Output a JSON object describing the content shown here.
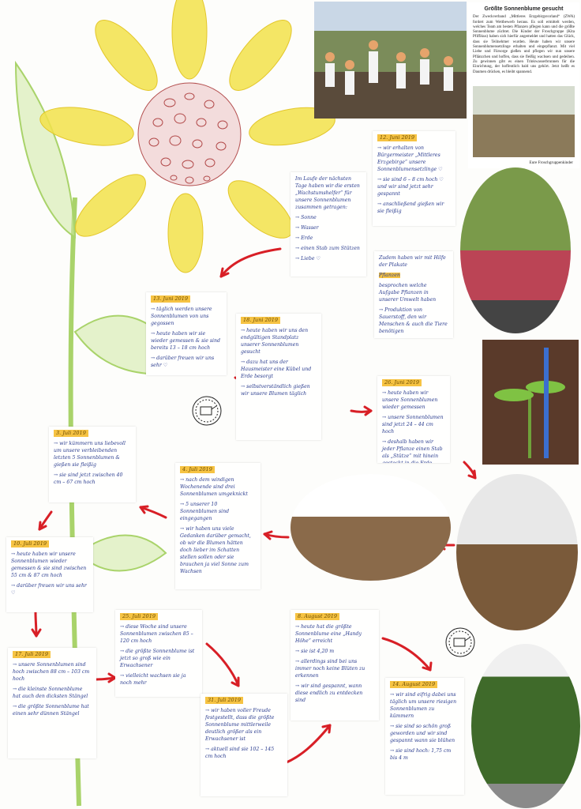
{
  "newspaper": {
    "headline": "Größte Sonnenblume gesucht",
    "body": "Der Zweckverband „Mittleres Erzgebirgsvorland“ (ZWA) fordert zum Wettbewerb heraus. Es soll ermittelt werden, welches Team am besten Pflanzen pflegen kann und die größte Sonnenblume züchtet. Die Kinder der Froschgruppe (Kita Pfiffikus) haben sich hierfür angemeldet und hatten das Glück, dass sie Teilnehmer wurden. Heute haben wir unsere Sonnenblumensetzlinge erhalten und eingepflanzt. Mit viel Liebe und Fürsorge gießen und pflegen wir nun unsere Pflänzchen und hoffen, dass sie fleißig wachsen und gedeihen. Zu gewinnen gibt es einen Trinkwasserbrunnen für die Einrichtung, der hoffentlich bald uns gehört. Jetzt heißt es Daumen drücken, es bleibt spannend.",
    "caption": "Eure Froschgruppenkinder"
  },
  "notes": {
    "intro": {
      "lines": [
        "Im Laufe der nächsten Tage haben wir die ersten „Wachstumshelfer“ für unsere Sonnenblumen zusammen getragen:",
        "→ Sonne",
        "→ Wasser",
        "→ Erde",
        "→ einen Stab zum Stützen",
        "→ Liebe ♡"
      ]
    },
    "n1": {
      "date": "12. Juni 2019",
      "lines": [
        "→ wir erhalten von Bürgermeister „Mittleres Erzgebirge“ unsere Sonnenblumensetzlinge ♡",
        "→ sie sind 6 – 8 cm hoch ♡ und wir sind jetzt sehr gespannt",
        "→ anschließend gießen wir sie fleißig"
      ]
    },
    "n2": {
      "lines": [
        "Zudem haben wir mit Hilfe der Plakate",
        "Pflanzen",
        "besprochen welche Aufgabe Pflanzen in unserer Umwelt haben",
        "→ Produktion von Sauerstoff, den wir Menschen & auch die Tiere benötigen"
      ]
    },
    "n3": {
      "date": "13. Juni 2019",
      "lines": [
        "→ täglich werden unsere Sonnenblumen von uns gegossen",
        "→ heute haben wir sie wieder gemessen & sie sind bereits 13 – 18 cm hoch",
        "→ darüber freuen wir uns sehr ♡"
      ]
    },
    "n4": {
      "date": "18. Juni 2019",
      "lines": [
        "→ heute haben wir uns den endgültigen Standplatz unserer Sonnenblumen gesucht",
        "→ dazu hat uns der Hausmeister eine Kübel und Erde besorgt",
        "→ selbstverständlich gießen wir unsere Blumen täglich"
      ]
    },
    "n5": {
      "date": "26. Juni 2019",
      "lines": [
        "→ heute haben wir unsere Sonnenblumen wieder gemessen",
        "→ unsere Sonnenblumen sind jetzt 24 – 44 cm hoch",
        "→ deshalb haben wir jeder Pflanze einen Stab als „Stütze“ mit hinein gesteckt in die Erde"
      ]
    },
    "n6": {
      "date": "3. Juli 2019",
      "lines": [
        "→ wir kümmern uns liebevoll um unsere verbleibenden letzten 5 Sonnenblumen & gießen sie fleißig",
        "→ sie sind jetzt zwischen 40 cm – 67 cm hoch"
      ]
    },
    "n7": {
      "date": "4. Juli 2019",
      "lines": [
        "→ nach dem windigen Wochenende sind drei Sonnenblumen umgeknickt",
        "→ 5 unserer 10 Sonnenblumen sind eingegangen",
        "→ wir haben uns viele Gedanken darüber gemacht, ob wir die Blumen hätten doch lieber im Schatten stellen sollen oder sie brauchen ja viel Sonne zum Wachsen"
      ]
    },
    "n8": {
      "date": "10. Juli 2019",
      "lines": [
        "→ heute haben wir unsere Sonnenblumen wieder gemessen & sie sind zwischen 55 cm & 87 cm hoch",
        "→ darüber freuen wir uns sehr ♡"
      ]
    },
    "n9": {
      "date": "17. Juli 2019",
      "lines": [
        "→ unsere Sonnenblumen sind hoch zwischen 88 cm – 103 cm hoch",
        "→ die kleinste Sonnenblume hat auch den dicksten Stängel",
        "→ die größte Sonnenblume hat einen sehr dünnen Stängel"
      ]
    },
    "n10": {
      "date": "25. Juli 2019",
      "lines": [
        "→ diese Woche sind unsere Sonnenblumen zwischen 85 – 120 cm hoch",
        "→ die größte Sonnenblume ist jetzt so groß wie ein Erwachsener",
        "→ vielleicht wachsen sie ja noch mehr"
      ]
    },
    "n11": {
      "date": "31. Juli 2019",
      "lines": [
        "→ wir haben voller Freude festgestellt, dass die größte Sonnenblume mittlerweile deutlich größer als ein Erwachsener ist",
        "→ aktuell sind sie 102 – 145 cm hoch"
      ]
    },
    "n12": {
      "date": "8. August 2019",
      "lines": [
        "→ heute hat die größte Sonnenblume eine „Handy Höhe“ erreicht",
        "→ sie ist 4,20 m",
        "→ allerdings sind bei uns immer noch keine Blüten zu erkennen",
        "→ wir sind gespannt, wann diese endlich zu entdecken sind"
      ]
    },
    "n13": {
      "date": "14. August 2019",
      "lines": [
        "→ wir sind eifrig dabei uns täglich um unsere riesigen Sonnenblumen zu kümmern",
        "→ sie sind so schön groß geworden und wir sind gespannt wann sie blühen",
        "→ sie sind hoch: 1,75 cm bis 4 m"
      ]
    }
  },
  "colors": {
    "ink": "#2a3c8f",
    "highlight": "#f6c343",
    "arrow": "#d81f26",
    "petal": "#f2e24a",
    "stem": "#9ccd55"
  },
  "icons": [
    "sunflower-drawing-icon",
    "watering-can-stamp-icon",
    "red-arrow-icon"
  ]
}
